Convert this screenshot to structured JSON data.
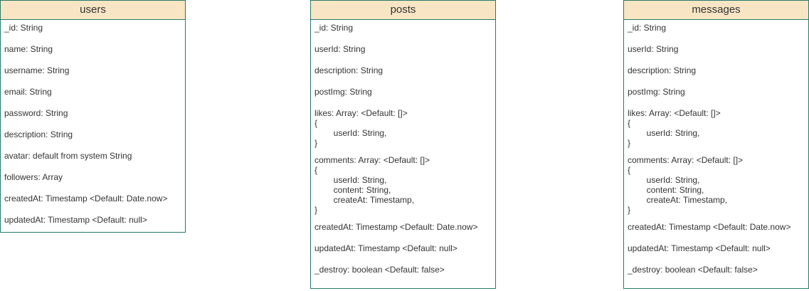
{
  "entities": [
    {
      "id": "users",
      "title": "users",
      "fields": [
        [
          "_id: String"
        ],
        [
          "name: String"
        ],
        [
          "username: String"
        ],
        [
          "email: String"
        ],
        [
          "password: String"
        ],
        [
          "description: String"
        ],
        [
          "avatar: default from system String"
        ],
        [
          "followers: Array"
        ],
        [
          "createdAt: Timestamp <Default: Date.now>"
        ],
        [
          "updatedAt: Timestamp <Default: null>"
        ]
      ]
    },
    {
      "id": "posts",
      "title": "posts",
      "fields": [
        [
          "_id: String"
        ],
        [
          "userId: String"
        ],
        [
          "description: String"
        ],
        [
          "postImg: String"
        ],
        [
          "likes: Array: <Default: []>",
          "{",
          "        userId: String,",
          "}"
        ],
        [
          "comments: Array: <Default: []>",
          "{",
          "        userId: String,",
          "        content: String,",
          "        createAt: Timestamp,",
          "}"
        ],
        [
          "createdAt: Timestamp <Default: Date.now>"
        ],
        [
          "updatedAt: Timestamp <Default: null>"
        ],
        [
          "_destroy: boolean <Default: false>"
        ]
      ]
    },
    {
      "id": "messages",
      "title": "messages",
      "fields": [
        [
          "_id: String"
        ],
        [
          "userId: String"
        ],
        [
          "description: String"
        ],
        [
          "postImg: String"
        ],
        [
          "likes: Array: <Default: []>",
          "{",
          "        userId: String,",
          "}"
        ],
        [
          "comments: Array: <Default: []>",
          "{",
          "        userId: String,",
          "        content: String,",
          "        createAt: Timestamp,",
          "}"
        ],
        [
          "createdAt: Timestamp <Default: Date.now>"
        ],
        [
          "updatedAt: Timestamp <Default: null>"
        ],
        [
          "_destroy: boolean <Default: false>"
        ]
      ]
    }
  ]
}
